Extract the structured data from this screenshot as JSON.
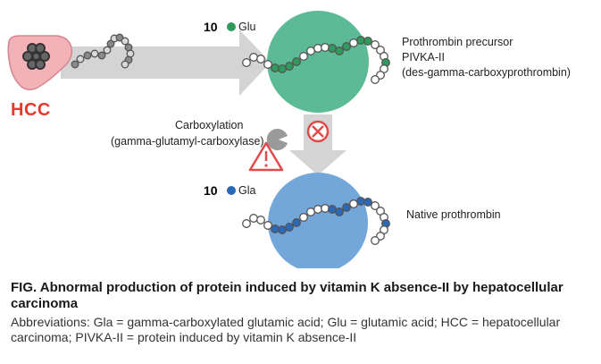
{
  "labels": {
    "glu_count": "10",
    "glu_label": "Glu",
    "gla_count": "10",
    "gla_label": "Gla",
    "precursor_line1": "Prothrombin precursor",
    "precursor_line2": "PIVKA-II",
    "precursor_line3": "(des-gamma-carboxyprothrombin)",
    "carbox_line1": "Carboxylation",
    "carbox_line2": "(gamma-glutamyl-carboxylase)",
    "native": "Native prothrombin",
    "hcc": "HCC"
  },
  "caption": {
    "title": "FIG. Abnormal production of protein induced by vitamin K absence-II by hepatocellular carcinoma",
    "abbreviations": "Abbreviations: Gla = gamma-carboxylated glutamic acid; Glu = glutamic acid; HCC = hepatocellular carcinoma; PIVKA-II = protein induced by vitamin K absence-II"
  },
  "colors": {
    "glu_green": "#2e9a5c",
    "precursor_circle": "#5dba97",
    "gla_blue": "#2a69b8",
    "native_circle": "#74a7d9",
    "hcc_red": "#e8392c",
    "liver_pink": "#f2b2b7",
    "arrow_grey": "#d4d4d4"
  }
}
